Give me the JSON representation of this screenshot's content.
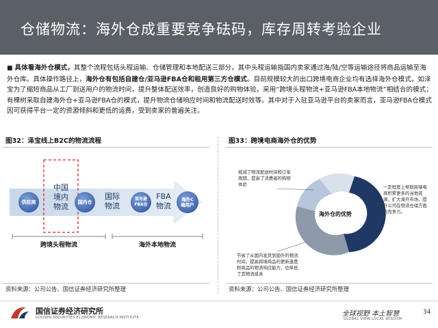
{
  "header": {
    "title": "仓储物流：海外仓成重要竞争砝码，库存周转考验企业"
  },
  "body": {
    "bullet_bold_1": "具体看海外仓模式，",
    "text_1": "其整个流程包括头程运输、仓储管理和本地配送三部分，其中头程运输指国内卖家通过海/陆/空等运输途径将商品运输至海外仓库。具体操作路径上，",
    "bold_2": "海外仓有包括自建仓/亚马逊FBA仓和租用第三方仓模式",
    "text_2": "。目前规模较大的出口跨境电商企业均有选择海外仓模式，如泽宝为了缩短商品从工厂到送用户的物流时间，提升整体配送效率，创造良好的购物体验，采用“跨境头程物流+亚马逊FBA本地物流”相结合的模式；有棵树采取自建海外仓+亚马逊FBA仓的模式，提升物流仓储响应时间和物流配送时效等。其中对于入驻亚马逊平台的卖家而言，亚马逊FBA仓模式因可获得平台一定的资源倾斜和更低的运费，受到卖家的普遍关注。"
  },
  "figure_left": {
    "title": "图32：泽宝线上B2C的物流流程",
    "nodes": {
      "supplier": "供应商",
      "china_domestic": "中国\n境内\n物流",
      "domestic_warehouse": "国内仓",
      "intl_logistics": "国际\n物流",
      "amazon_fba": "亚马逊\nFBA仓",
      "fba_logistics": "FBA\n物流",
      "overseas_customer": "海外C\n端用户"
    },
    "label_cross_border": "跨境头程物流",
    "label_local": "海外本地物流",
    "source": "资料来源：公司公告、国信证券经济研究所整理"
  },
  "figure_right": {
    "title": "图33：跨境电商海外仓的优势",
    "center_label": "海外仓的优势",
    "note_top_left": "缩减了物流配送时间和订单周期，提高了消费者的购物体验",
    "note_right": "一定程度上帮助跨境电商积累更多的当地资源，扩大海外市场，提升公司在物流仓储方面的竞争力。",
    "note_bottom_left": "节省了从国内发货到国外的物流时间，提高跨境商品的更新速度和商品的物流响应能力，也降低了其物流成本",
    "colors": {
      "dark_navy": "#1f3864",
      "mid_gray": "#8e9aa9",
      "light_blue": "#b7c6db",
      "pale": "#d9e1ec"
    },
    "source": "资料来源：公司公告、国信证券经济研究所整理"
  },
  "footer": {
    "company": "国信证券经济研究所",
    "company_en": "GUOSEN SECURITIES ECONOMIC RESEARCH INSTITUTE",
    "slogan": "全球视野  本土智慧",
    "slogan_en": "GLOBAL VIEW   LOCAL WISDOM",
    "page": "34"
  }
}
